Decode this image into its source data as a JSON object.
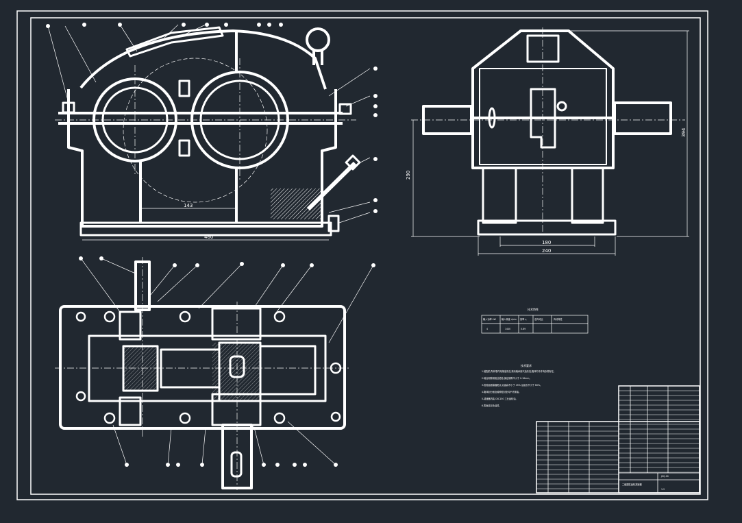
{
  "drawing": {
    "background_color": "#212830",
    "line_color": "#ffffff",
    "front_view": {
      "dim_inner": "143",
      "dim_overall": "460"
    },
    "side_view": {
      "dim_height": "290",
      "dim_total_height": "394",
      "dim_base_inner": "180",
      "dim_base_width": "240"
    },
    "spec_table": {
      "title": "技术特性",
      "headers": [
        "输入功率 kW",
        "输入转速 r/min",
        "效率 η",
        "总传动比",
        "传动特性"
      ],
      "values": [
        "4",
        "1440",
        "0.89",
        "",
        ""
      ]
    },
    "tech_requirements": {
      "title": "技术要求",
      "lines": [
        "1.装配前,所有零件用煤油清洗,滚动轴承用汽油清洗,箱体内不许有杂物存在。",
        "2.啮合侧隙用铅丝检验,保证侧隙不小于 0.16mm。",
        "3.检验齿面接触斑点,沿齿高不小于 45%,沿齿长不小于 60%。",
        "4.箱体剖分面及轴伸密封处均不许漏油。",
        "5.减速器内装 CKC150 工业齿轮油。",
        "6.表面涂灰色油漆。"
      ]
    },
    "title_block": {
      "drawing_name": "二级圆柱齿轮减速器",
      "drawing_number": "JSQ-00",
      "scale": "1:2"
    }
  }
}
